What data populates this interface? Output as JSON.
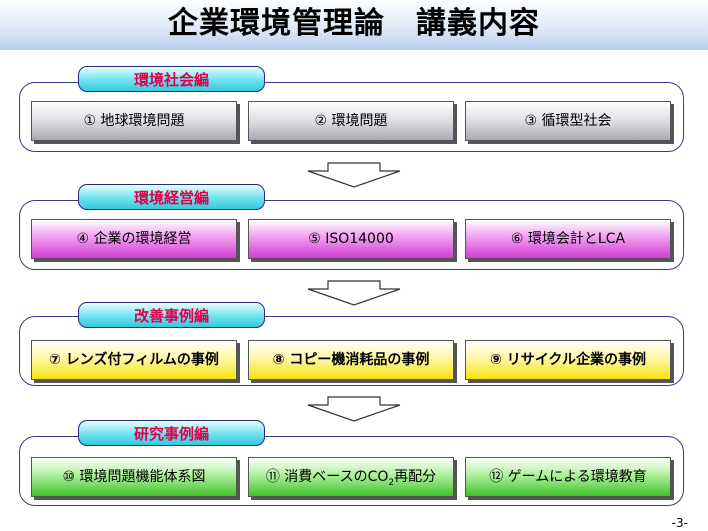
{
  "title": "企業環境管理論　講義内容",
  "sections": [
    {
      "label": "環境社会編",
      "items": [
        "① 地球環境問題",
        "② 環境問題",
        "③ 循環型社会"
      ]
    },
    {
      "label": "環境経営編",
      "items": [
        "④ 企業の環境経営",
        "⑤ ISO14000",
        "⑥ 環境会計とLCA"
      ]
    },
    {
      "label": "改善事例編",
      "items": [
        "⑦ レンズ付フィルムの事例",
        "⑧ コピー機消耗品の事例",
        "⑨ リサイクル企業の事例"
      ]
    },
    {
      "label": "研究事例編",
      "items": [
        "⑩ 環境問題機能体系図",
        "⑪ 消費ベースのCO",
        "2",
        "再配分",
        "⑫ ゲームによる環境教育"
      ]
    }
  ],
  "page_number": "-3-",
  "colors": {
    "label_text": "#e0004a",
    "section_border": "#3a3a8a",
    "grey_box": "#a9a9b3",
    "magenta_box": "#d23cd2",
    "yellow_box": "#f4e313",
    "green_box": "#3fc22c",
    "label_fill": "#34c9df"
  },
  "icons": [
    "down-arrow-icon"
  ]
}
